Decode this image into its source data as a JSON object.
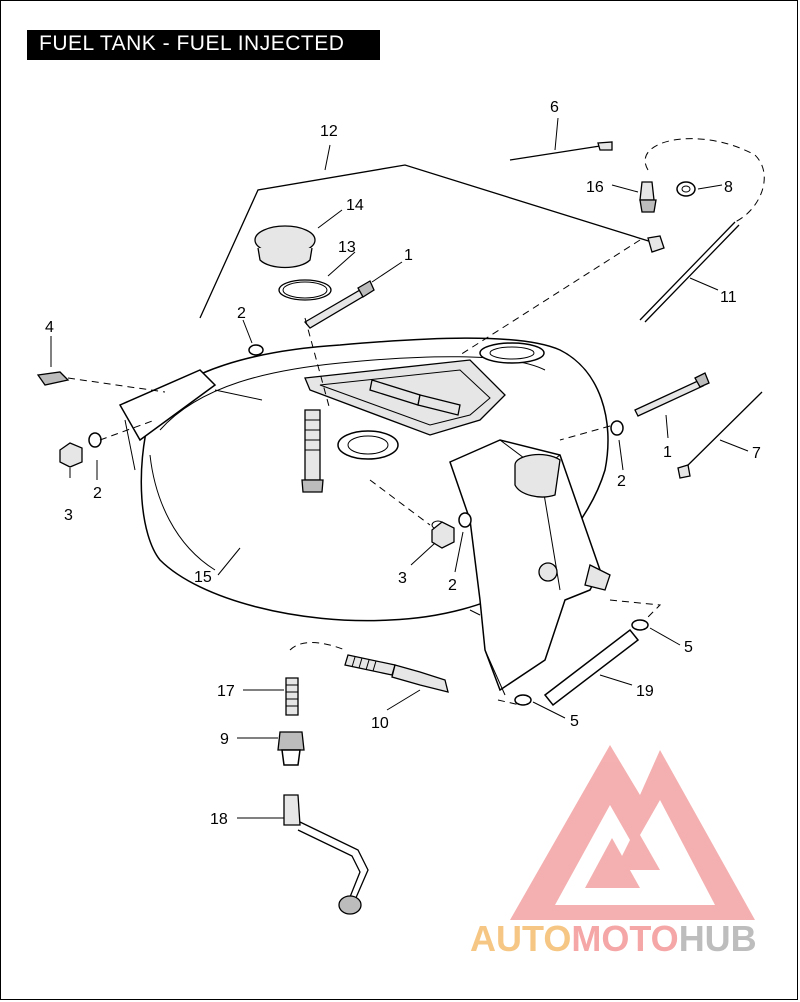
{
  "title": "FUEL TANK - FUEL INJECTED",
  "callouts": {
    "c1a": "1",
    "c1b": "1",
    "c2a": "2",
    "c2b": "2",
    "c2c": "2",
    "c2d": "2",
    "c3a": "3",
    "c3b": "3",
    "c4": "4",
    "c5a": "5",
    "c5b": "5",
    "c6": "6",
    "c7": "7",
    "c8": "8",
    "c9": "9",
    "c10": "10",
    "c11": "11",
    "c12": "12",
    "c13": "13",
    "c14": "14",
    "c15": "15",
    "c16": "16",
    "c17": "17",
    "c18": "18",
    "c19": "19"
  },
  "watermark": {
    "part1": "AUTO",
    "part2": "MOTO",
    "part3": "HUB",
    "colors": {
      "auto": "#f6c784",
      "moto": "#f5a6a6",
      "hub": "#bdbdbd",
      "triangle": "#f3a3a3"
    }
  }
}
